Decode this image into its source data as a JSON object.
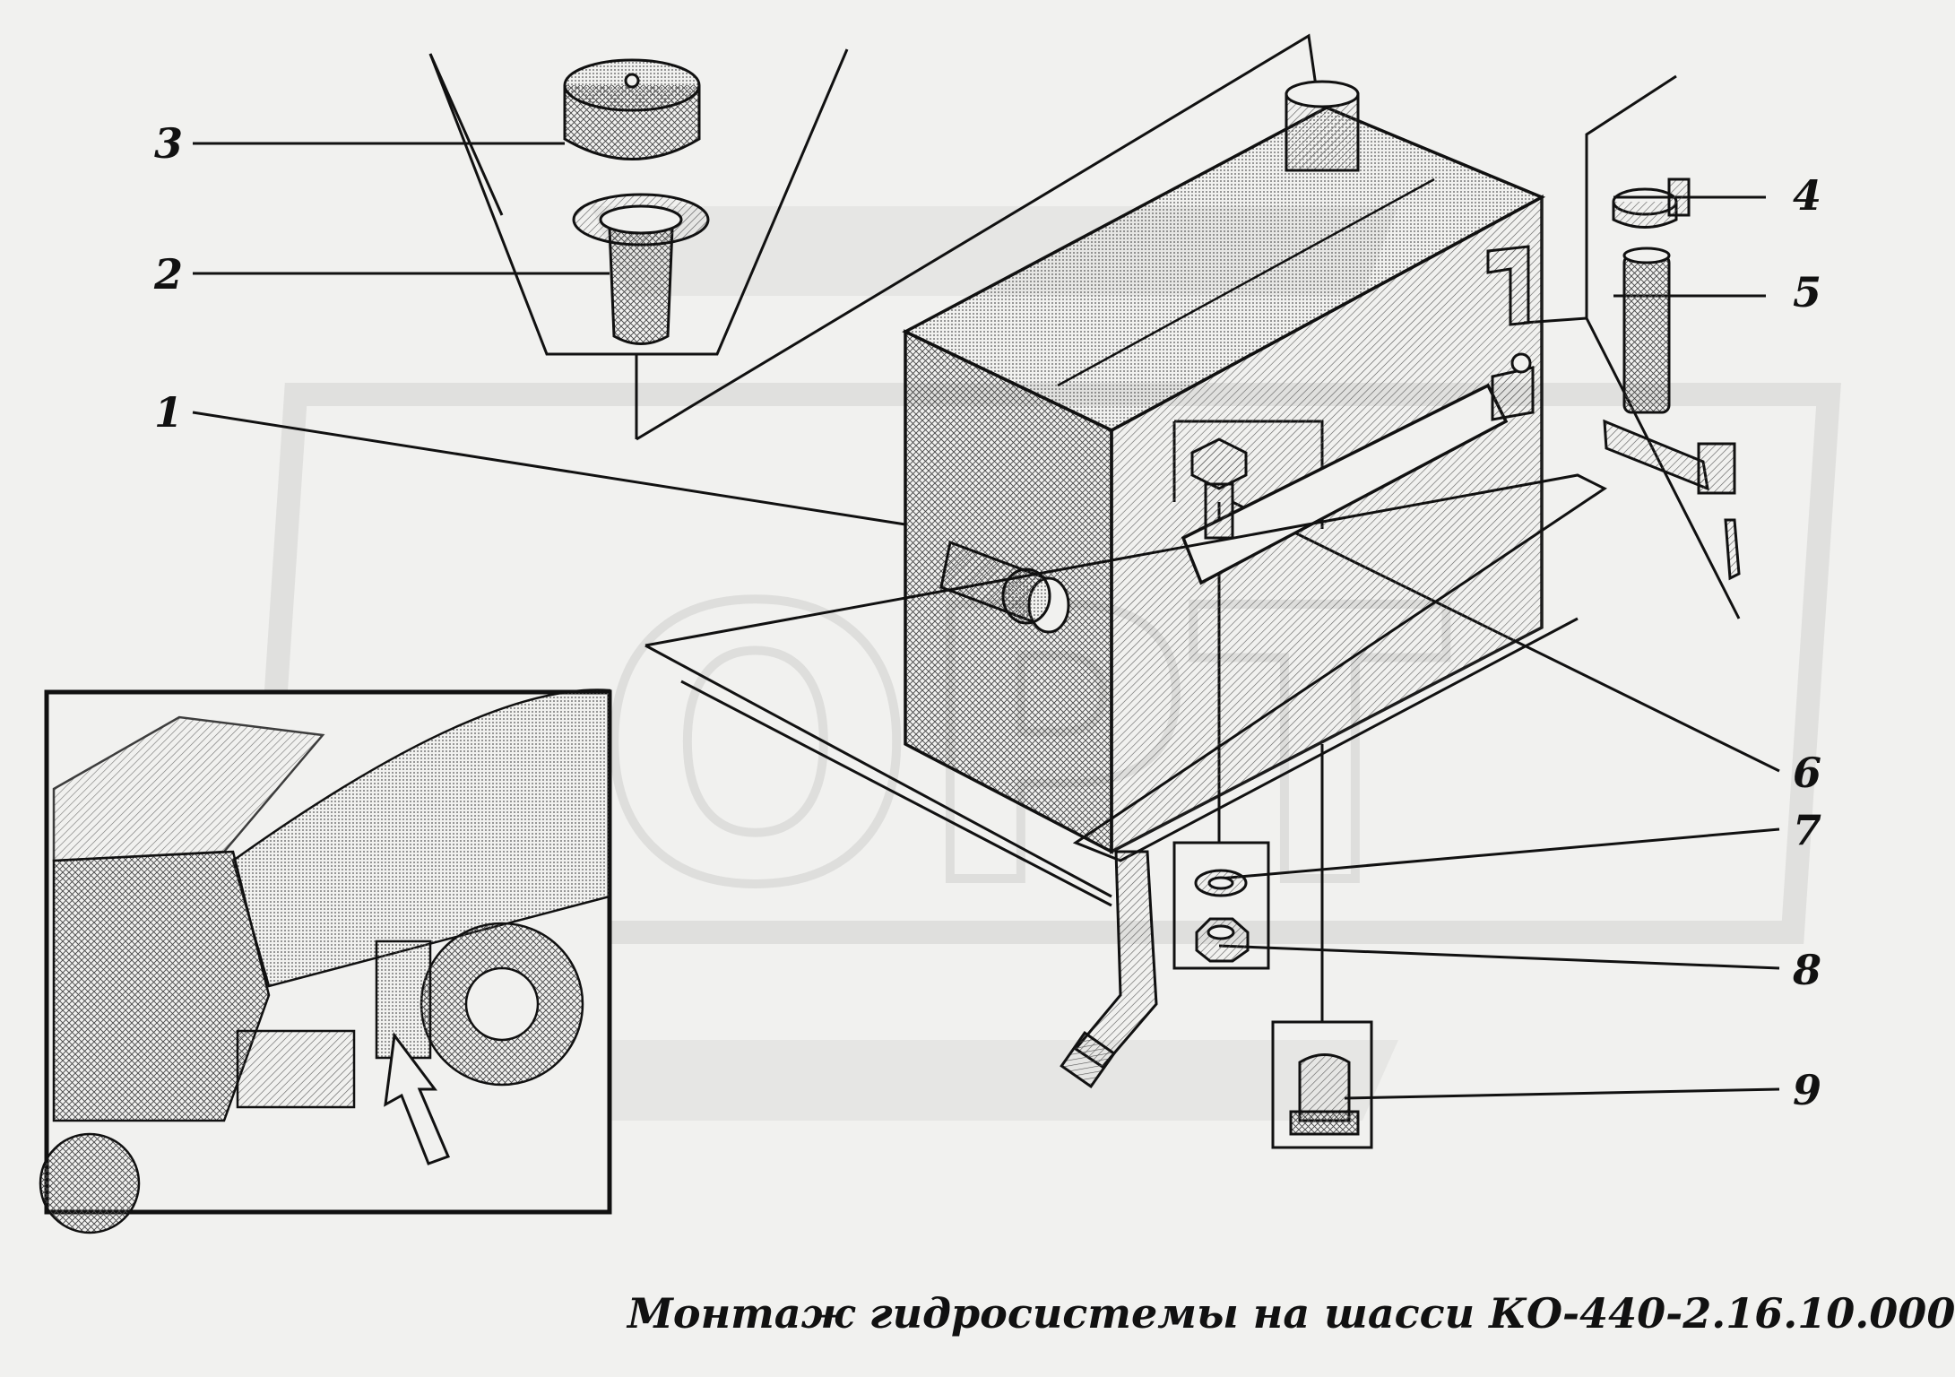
{
  "caption": "Монтаж гидросистемы на шасси КО-440-2.16.10.000",
  "watermark_text": "ОРТ",
  "colors": {
    "background": "#f1f1ef",
    "ink": "#111111",
    "watermark": "#dcdcda"
  },
  "callouts": [
    {
      "id": "1",
      "label": "1"
    },
    {
      "id": "2",
      "label": "2"
    },
    {
      "id": "3",
      "label": "3"
    },
    {
      "id": "4",
      "label": "4"
    },
    {
      "id": "5",
      "label": "5"
    },
    {
      "id": "6",
      "label": "6"
    },
    {
      "id": "7",
      "label": "7"
    },
    {
      "id": "8",
      "label": "8"
    },
    {
      "id": "9",
      "label": "9"
    }
  ],
  "icons": {
    "inset_arrow": "arrow-up-icon"
  }
}
